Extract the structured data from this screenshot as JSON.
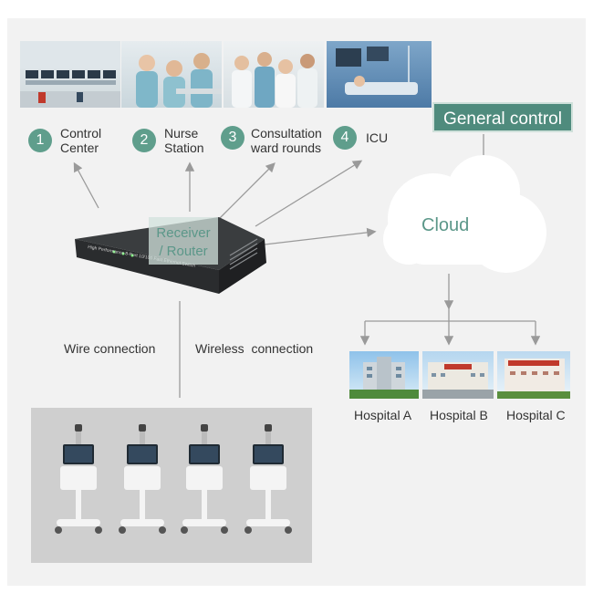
{
  "top_items": [
    {
      "number": "1",
      "label_line1": "Control",
      "label_line2": "Center",
      "photo": "control-room-photo"
    },
    {
      "number": "2",
      "label_line1": "Nurse",
      "label_line2": "Station",
      "photo": "nurses-photo"
    },
    {
      "number": "3",
      "label_line1": "Consultation",
      "label_line2": "ward rounds",
      "photo": "doctors-photo"
    },
    {
      "number": "4",
      "label_line1": "ICU",
      "label_line2": "",
      "photo": "icu-photo"
    }
  ],
  "general_control": "General control",
  "cloud": "Cloud",
  "router": {
    "line1": "Receiver",
    "line2": "/ Router",
    "device_text": "High Performance 8-Port 10/100 Fast Ethernet Switch"
  },
  "hospitals": [
    {
      "label": "Hospital A"
    },
    {
      "label": "Hospital B"
    },
    {
      "label": "Hospital C"
    }
  ],
  "connections": {
    "wire": "Wire connection",
    "wireless": "Wireless  connection"
  },
  "carts_count": 4,
  "colors": {
    "accent": "#5f9e8c",
    "accent_dark": "#4f8b7d",
    "arrow": "#9a9a9a"
  }
}
